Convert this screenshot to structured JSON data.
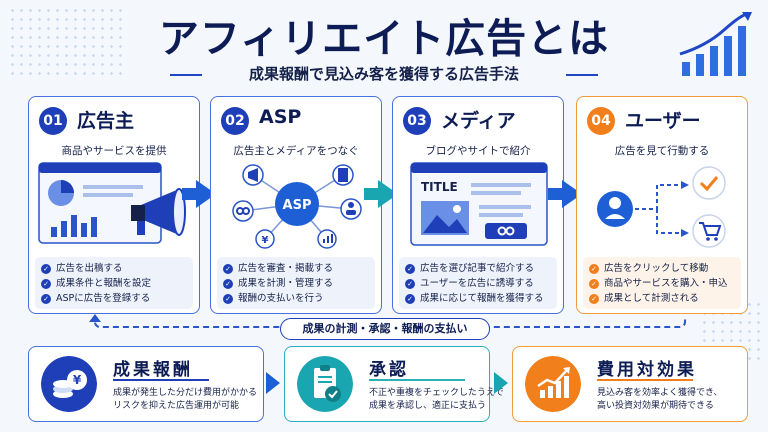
{
  "header": {
    "title": "アフィリエイト広告とは",
    "subtitle": "成果報酬で見込み客を獲得する広告手法"
  },
  "colors": {
    "navy": "#0d1c55",
    "blue": "#1f3fb8",
    "teal": "#1aa6b0",
    "orange": "#f07f1c"
  },
  "cards": [
    {
      "num": "01",
      "title": "広告主",
      "desc": "商品やサービスを提供",
      "bullets": [
        "広告を出稿する",
        "成果条件と報酬を設定",
        "ASPに広告を登録する"
      ],
      "icons": [
        "pie-chart-icon",
        "bar-chart-icon",
        "megaphone-icon"
      ]
    },
    {
      "num": "02",
      "title": "ASP",
      "desc": "広告主とメディアをつなぐ",
      "hub": "ASP",
      "bullets": [
        "広告を審査・掲載する",
        "成果を計測・管理する",
        "報酬の支払いを行う"
      ],
      "icons": [
        "megaphone-icon",
        "document-icon",
        "link-icon",
        "user-icon",
        "yen-icon",
        "chart-icon"
      ]
    },
    {
      "num": "03",
      "title": "メディア",
      "desc": "ブログやサイトで紹介",
      "mock_title": "TITLE",
      "bullets": [
        "広告を選び記事で紹介する",
        "ユーザーを広告に誘導する",
        "成果に応じて報酬を獲得する"
      ],
      "icons": [
        "image-icon",
        "link-icon"
      ]
    },
    {
      "num": "04",
      "title": "ユーザー",
      "desc": "広告を見て行動する",
      "bullets": [
        "広告をクリックして移動",
        "商品やサービスを購入・申込",
        "成果として計測される"
      ],
      "icons": [
        "user-icon",
        "check-icon",
        "cart-icon"
      ]
    }
  ],
  "flow_label": "成果の計測・承認・報酬の支払い",
  "bottom": [
    {
      "title": "成果報酬",
      "lines": [
        "成果が発生した分だけ費用がかかる",
        "リスクを抑えた広告運用が可能"
      ],
      "icon": "coins-yen-icon"
    },
    {
      "title": "承認",
      "lines": [
        "不正や重複をチェックしたうえで",
        "成果を承認し、適正に支払う"
      ],
      "icon": "clipboard-check-icon"
    },
    {
      "title": "費用対効果",
      "lines": [
        "見込み客を効率よく獲得でき、",
        "高い投資対効果が期待できる"
      ],
      "icon": "growth-chart-icon"
    }
  ]
}
